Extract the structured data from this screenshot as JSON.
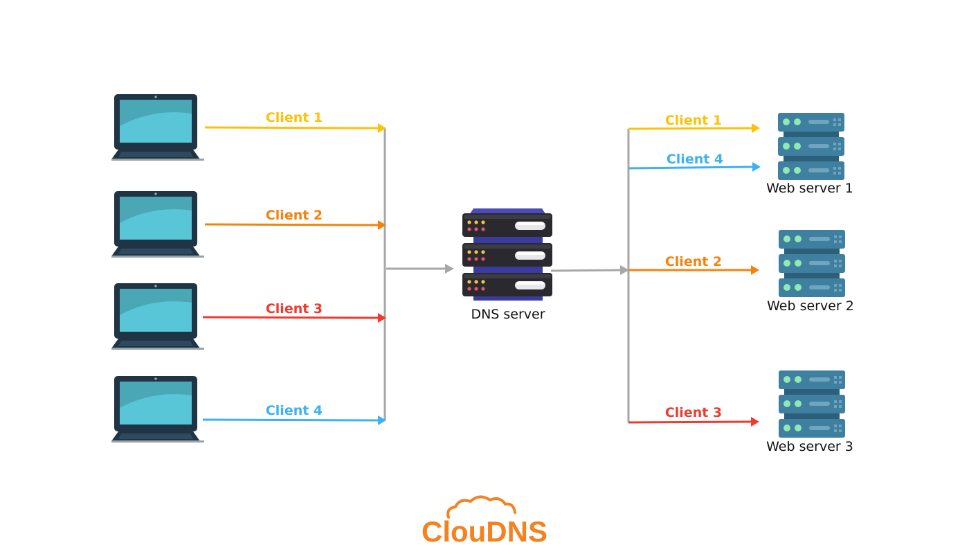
{
  "colors": {
    "client1": "#ffc107",
    "client2": "#f5820b",
    "client3": "#f03a2e",
    "client4": "#3eb1f2",
    "trunk": "#a7a7a7",
    "laptop_body": "#1f3445",
    "laptop_screen": "#58c6d6",
    "server_blue": "#3f7f9f",
    "server_light": "#8fe9b0",
    "dns_body": "#2a2a2e",
    "logo": "#f58220"
  },
  "left_links": [
    {
      "label": "Client 1",
      "color_key": "client1"
    },
    {
      "label": "Client 2",
      "color_key": "client2"
    },
    {
      "label": "Client 3",
      "color_key": "client3"
    },
    {
      "label": "Client 4",
      "color_key": "client4"
    }
  ],
  "dns": {
    "label": "DNS server",
    "icon": "dns-server-rack-icon"
  },
  "right_links": [
    {
      "label": "Client 1",
      "color_key": "client1"
    },
    {
      "label": "Client 4",
      "color_key": "client4"
    },
    {
      "label": "Client 2",
      "color_key": "client2"
    },
    {
      "label": "Client 3",
      "color_key": "client3"
    }
  ],
  "web_servers": [
    {
      "label": "Web server 1"
    },
    {
      "label": "Web server 2"
    },
    {
      "label": "Web server 3"
    }
  ],
  "logo": {
    "text": "ClouDNS"
  }
}
